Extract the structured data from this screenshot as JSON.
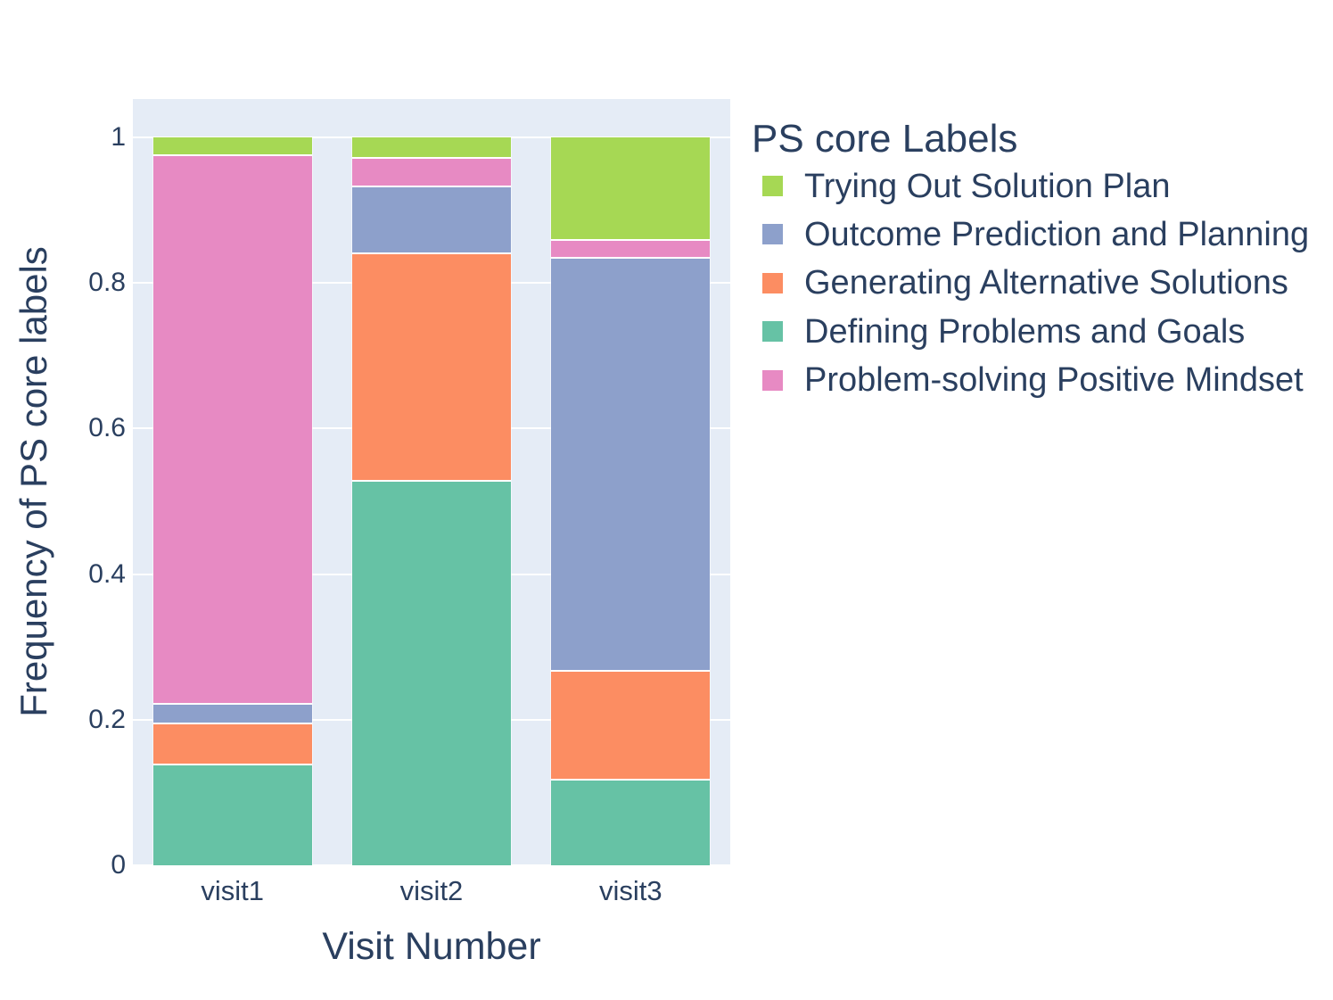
{
  "colors": {
    "plot_background": "#e5ecf6",
    "page_background": "#ffffff",
    "gridline": "#ffffff",
    "text": "#2a3f5f"
  },
  "chart_data": {
    "type": "bar",
    "stacked": true,
    "orientation": "vertical",
    "title": "",
    "xlabel": "Visit Number",
    "ylabel": "Frequency of PS core labels",
    "categories": [
      "visit1",
      "visit2",
      "visit3"
    ],
    "yticks": [
      0,
      0.2,
      0.4,
      0.6,
      0.8,
      1
    ],
    "ytick_labels": [
      "0",
      "0.2",
      "0.4",
      "0.6",
      "0.8",
      "1"
    ],
    "ylim": [
      0,
      1.053
    ],
    "grid": "horizontal white gridlines",
    "series": [
      {
        "name": "Defining Problems and Goals",
        "color": "#66c2a5",
        "values": [
          0.137,
          0.527,
          0.116
        ]
      },
      {
        "name": "Generating Alternative Solutions",
        "color": "#fc8d62",
        "values": [
          0.057,
          0.312,
          0.15
        ]
      },
      {
        "name": "Outcome Prediction and Planning",
        "color": "#8da0cb",
        "values": [
          0.027,
          0.093,
          0.567
        ]
      },
      {
        "name": "Problem-solving Positive Mindset",
        "color": "#e78ac3",
        "values": [
          0.753,
          0.039,
          0.025
        ]
      },
      {
        "name": "Trying Out Solution Plan",
        "color": "#a6d854",
        "values": [
          0.026,
          0.029,
          0.142
        ]
      }
    ],
    "legend": {
      "title": "PS core Labels",
      "position": "outside-top-right",
      "items": [
        "Trying Out Solution Plan",
        "Outcome Prediction and Planning",
        "Generating Alternative Solutions",
        "Defining Problems and Goals",
        "Problem-solving Positive Mindset"
      ]
    }
  }
}
